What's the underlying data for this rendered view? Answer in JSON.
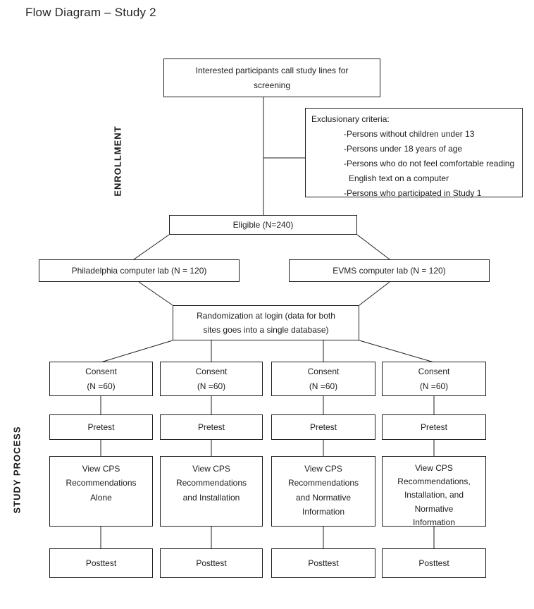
{
  "title": "Flow Diagram – Study 2",
  "section_labels": {
    "enrollment": "ENROLLMENT",
    "study_process": "STUDY PROCESS"
  },
  "nodes": {
    "screening": {
      "lines": [
        "Interested participants call study lines for",
        "screening"
      ]
    },
    "exclusion": {
      "heading": "Exclusionary criteria:",
      "items": [
        "-Persons without children under 13",
        "-Persons under 18 years of age",
        "-Persons who do not feel comfortable reading English text on a computer",
        "-Persons who participated in Study 1"
      ]
    },
    "eligible": {
      "text": "Eligible (N=240)"
    },
    "site_philadelphia": {
      "text": "Philadelphia computer lab (N = 120)"
    },
    "site_evms": {
      "text": "EVMS computer lab (N = 120)"
    },
    "randomization": {
      "lines": [
        "Randomization at login (data for both",
        "sites goes into a single database)"
      ]
    }
  },
  "arms": [
    {
      "consent_title": "Consent",
      "consent_n": "(N =60)",
      "pretest": "Pretest",
      "intervention_lines": [
        "View CPS",
        "Recommendations",
        "Alone"
      ],
      "posttest": "Posttest"
    },
    {
      "consent_title": "Consent",
      "consent_n": "(N =60)",
      "pretest": "Pretest",
      "intervention_lines": [
        "View CPS",
        "Recommendations",
        "and Installation"
      ],
      "posttest": "Posttest"
    },
    {
      "consent_title": "Consent",
      "consent_n": "(N =60)",
      "pretest": "Pretest",
      "intervention_lines": [
        "View CPS",
        "Recommendations",
        "and Normative",
        "Information"
      ],
      "posttest": "Posttest"
    },
    {
      "consent_title": "Consent",
      "consent_n": "(N =60)",
      "pretest": "Pretest",
      "intervention_lines": [
        "View CPS",
        "Recommendations,",
        "Installation, and",
        "Normative",
        "Information"
      ],
      "posttest": "Posttest"
    }
  ]
}
